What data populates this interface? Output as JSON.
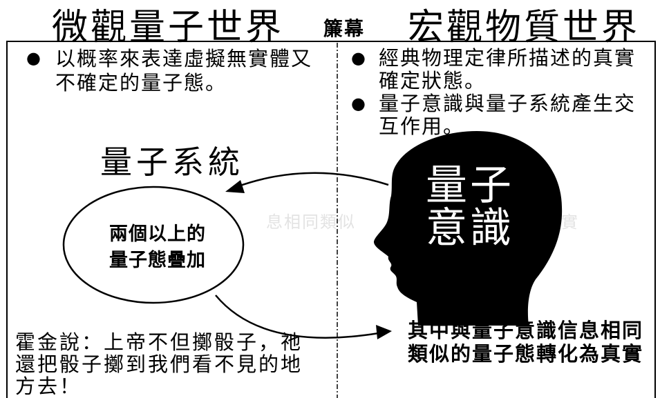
{
  "header": {
    "left_title": "微觀量子世界",
    "curtain_label": "簾幕",
    "right_title": "宏觀物質世界"
  },
  "bullet_symbol": "●",
  "left": {
    "bullet": {
      "line1": "以概率來表達虛擬無實體又",
      "line2": "不確定的量子態。"
    },
    "system_label": "量子系統",
    "ellipse": {
      "line1": "兩個以上的",
      "line2": "量子態疊加"
    },
    "quote": {
      "line1": "霍金說：上帝不但擲骰子，祂",
      "line2": "還把骰子擲到我們看不見的地",
      "line3": "方去！"
    }
  },
  "right": {
    "bullets": [
      {
        "line1": "經典物理定律所描述的真實",
        "line2": "確定狀態。"
      },
      {
        "line1": "量子意識與量子系統產生交",
        "line2": "互作用。"
      }
    ],
    "head": {
      "line1": "量子",
      "line2": "意識"
    },
    "result": {
      "line1": "其中與量子意識信息相同",
      "line2": "類似的量子態轉化為真實"
    }
  },
  "watermark": {
    "left": "息相同類似",
    "right": "實"
  },
  "colors": {
    "ink": "#000000",
    "background": "#ffffff",
    "watermark": "#e3e3e3"
  }
}
